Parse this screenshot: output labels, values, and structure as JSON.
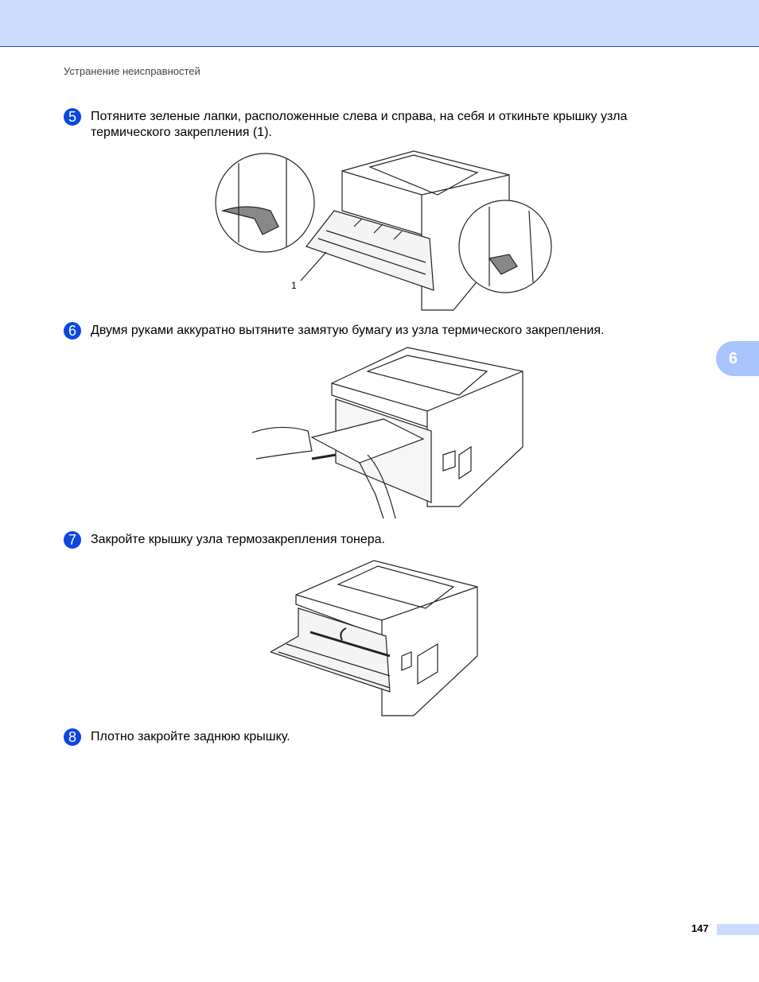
{
  "header": {
    "breadcrumb": "Устранение неисправностей"
  },
  "steps": [
    {
      "number": "5",
      "text_line1": "Потяните зеленые лапки, расположенные слева и справа, на себя и откиньте крышку узла",
      "text_line2": "термического закрепления (1).",
      "callout": "1"
    },
    {
      "number": "6",
      "text_line1": "Двумя руками аккуратно вытяните замятую бумагу из узла термического закрепления."
    },
    {
      "number": "7",
      "text_line1": "Закройте крышку узла термозакрепления тонера."
    },
    {
      "number": "8",
      "text_line1": "Плотно закройте заднюю крышку."
    }
  ],
  "side_tab": {
    "label": "6"
  },
  "footer": {
    "page_number": "147"
  },
  "colors": {
    "header": "#ccdcfe",
    "step_circle": "#0b47e0",
    "tab": "#a9c3fd"
  }
}
